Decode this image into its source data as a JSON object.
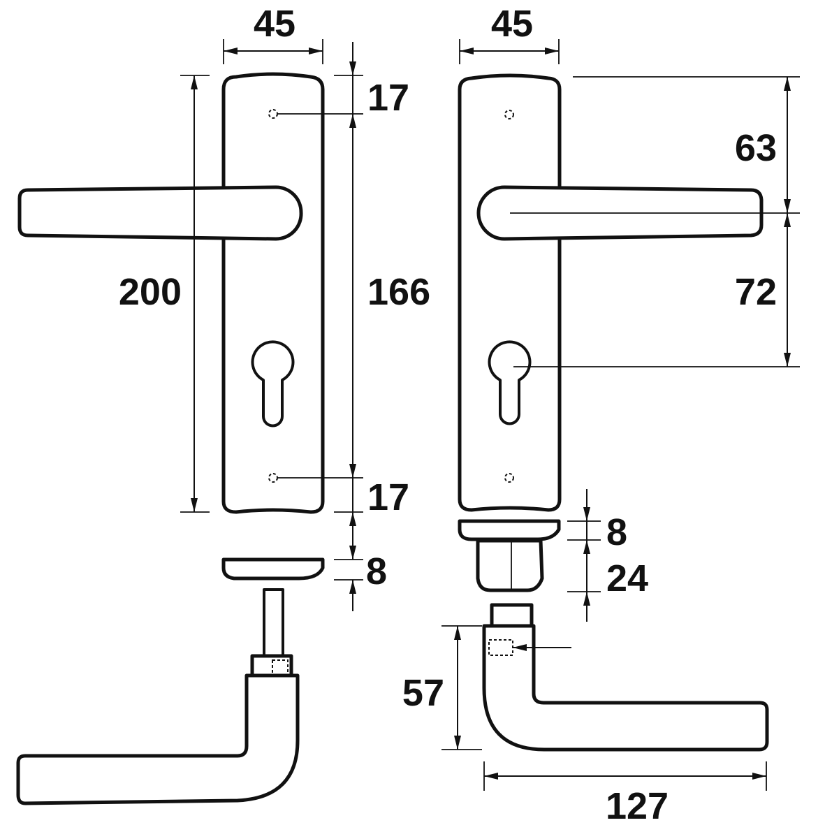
{
  "dimensions": {
    "left_plate_width": "45",
    "right_plate_width": "45",
    "top_hole_offset": "17",
    "hole_spacing": "166",
    "bottom_hole_offset": "17",
    "plate_height": "200",
    "rose_thickness_left": "8",
    "rose_thickness_right": "8",
    "collar_height": "24",
    "top_to_lever_axis": "63",
    "lever_axis_to_cylinder": "72",
    "lever_neck_height": "57",
    "lever_length": "127"
  },
  "colors": {
    "line": "#111111",
    "background": "#ffffff"
  }
}
